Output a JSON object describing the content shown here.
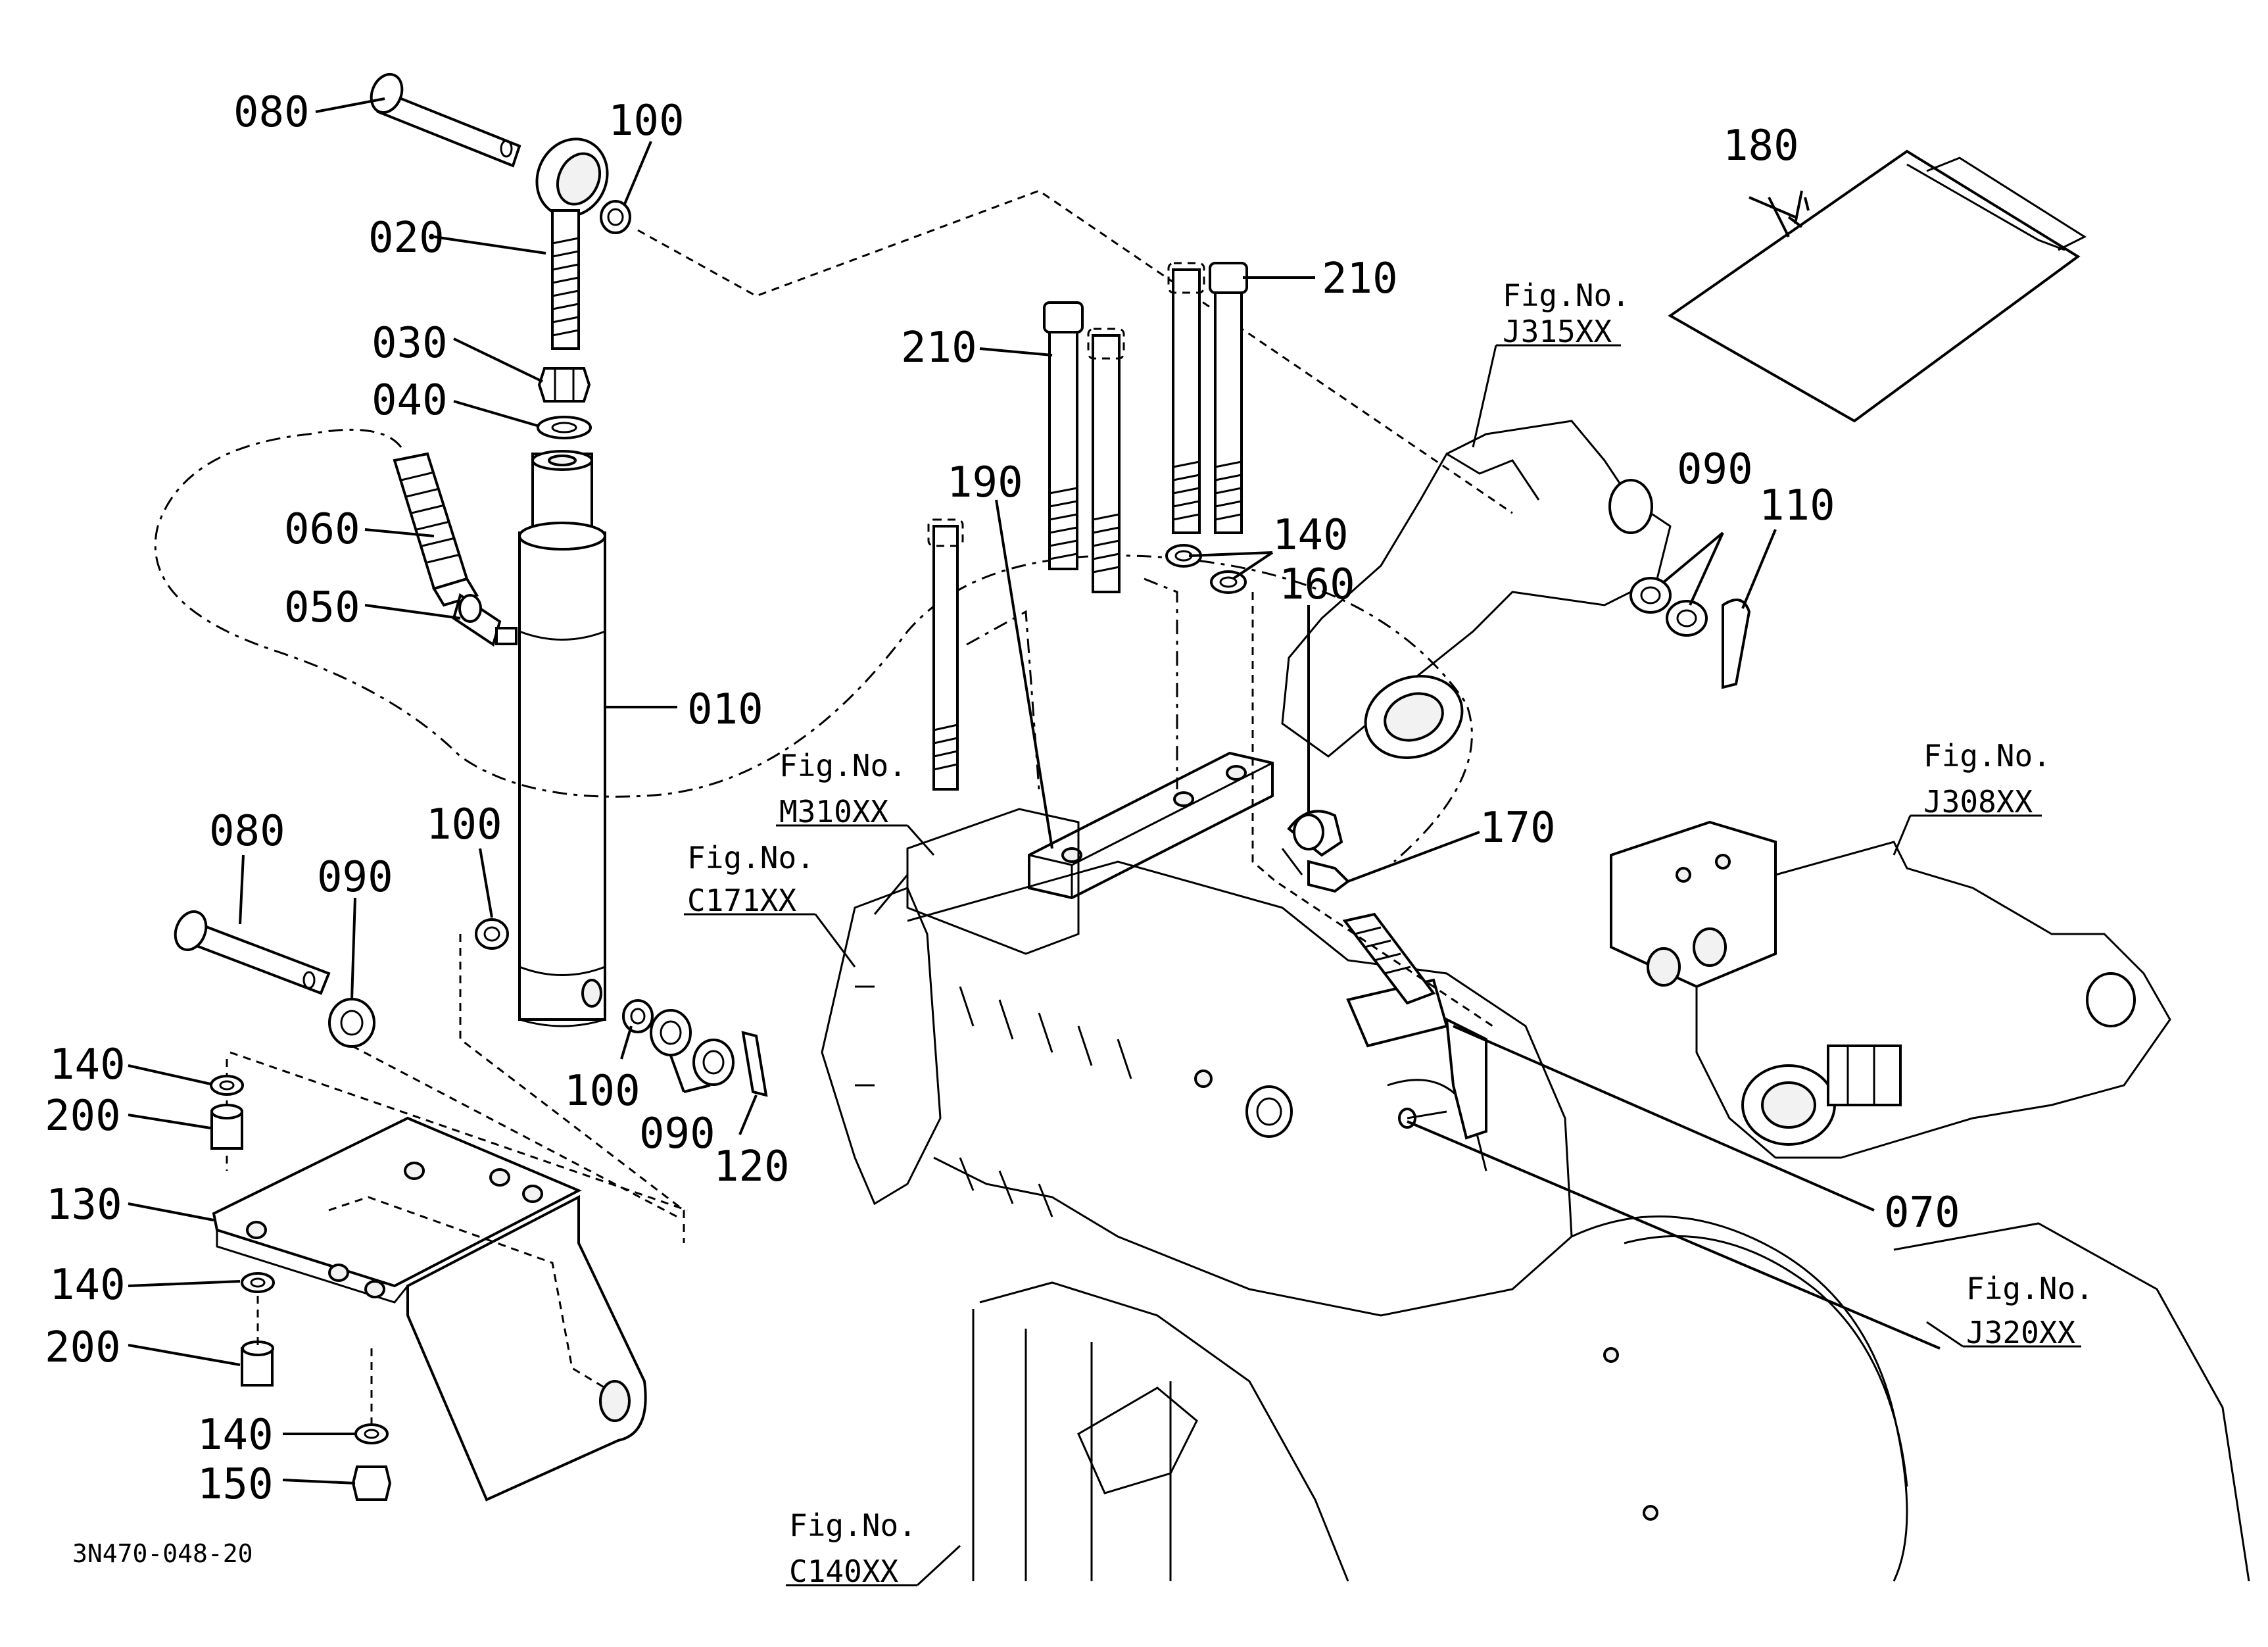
{
  "diagram_code": "3N470-048-20",
  "fig_ref_label": "Fig.No.",
  "part_numbers": {
    "p010": "010",
    "p020": "020",
    "p030": "030",
    "p040": "040",
    "p050": "050",
    "p060": "060",
    "p070": "070",
    "p080": "080",
    "p090": "090",
    "p100": "100",
    "p110": "110",
    "p120": "120",
    "p130": "130",
    "p140": "140",
    "p150": "150",
    "p160": "160",
    "p170": "170",
    "p180": "180",
    "p190": "190",
    "p200": "200",
    "p210": "210"
  },
  "fig_refs": {
    "j315": "J315XX",
    "m310": "M310XX",
    "c171": "C171XX",
    "j308": "J308XX",
    "j320": "J320XX",
    "c140": "C140XX"
  }
}
